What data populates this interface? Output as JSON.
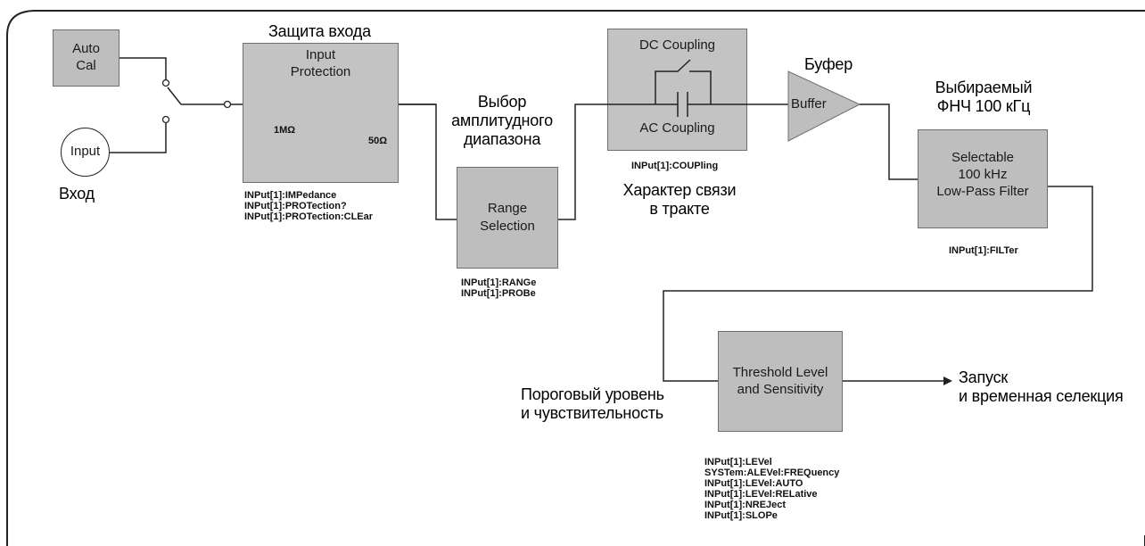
{
  "blocks": {
    "auto_cal": [
      "Auto",
      "Cal"
    ],
    "input": "Input",
    "input_protection": [
      "Input",
      "Protection"
    ],
    "range_selection": [
      "Range",
      "Selection"
    ],
    "coupling_dc": "DC Coupling",
    "coupling_ac": "AC Coupling",
    "buffer": "Buffer",
    "filter": [
      "Selectable",
      "100 kHz",
      "Low-Pass Filter"
    ],
    "threshold": [
      "Threshold Level",
      "and Sensitivity"
    ]
  },
  "components": {
    "r_1m": "1MΩ",
    "r_50": "50Ω"
  },
  "labels_ru": {
    "input_protection": "Защита входа",
    "input": "Вход",
    "range": [
      "Выбор",
      "амплитудного",
      "диапазона"
    ],
    "coupling": [
      "Характер связи",
      "в тракте"
    ],
    "buffer": "Буфер",
    "filter": [
      "Выбираемый",
      "ФНЧ 100 кГц"
    ],
    "threshold": [
      "Пороговый уровень",
      "и чувствительность"
    ],
    "output": [
      "Запуск",
      "и временная селекция"
    ]
  },
  "commands": {
    "protection": [
      "INPut[1]:IMPedance",
      "INPut[1]:PROTection?",
      "INPut[1]:PROTection:CLEar"
    ],
    "range": [
      "INPut[1]:RANGe",
      "INPut[1]:PROBe"
    ],
    "coupling": [
      "INPut[1]:COUPling"
    ],
    "filter": [
      "INPut[1]:FILTer"
    ],
    "threshold": [
      "INPut[1]:LEVel",
      "SYSTem:ALEVel:FREQuency",
      "INPut[1]:LEVel:AUTO",
      "INPut[1]:LEVel:RELative",
      "INPut[1]:NREJect",
      "INPut[1]:SLOPe"
    ]
  }
}
